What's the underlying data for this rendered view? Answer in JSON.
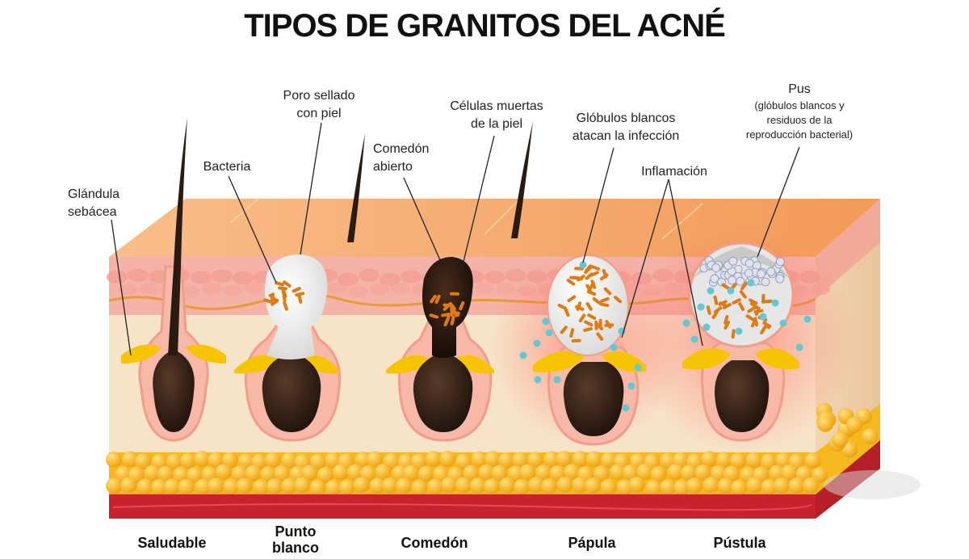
{
  "title": "TIPOS DE GRANITOS DEL ACNÉ",
  "labels": {
    "glandula": "Glándula\nsebácea",
    "bacteria": "Bacteria",
    "poro": "Poro sellado\ncon piel",
    "comedon_abierto": "Comedón\nabierto",
    "celulas": "Células muertas\nde la piel",
    "globulos": "Glóbulos blancos\natacan la infección",
    "inflamacion": "Inflamación",
    "pus_title": "Pus",
    "pus_detail": "(glóbulos blancos y\nresiduos de la\nreproducción bacterial)"
  },
  "stages": {
    "saludable": "Saludable",
    "punto_blanco": "Punto\nblanco",
    "comedon": "Comedón",
    "papula": "Pápula",
    "pustula": "Pústula"
  },
  "colors": {
    "skin_top": "#f7a868",
    "epidermis": "#f4b3a6",
    "dermis": "#f7e3c8",
    "fat": "#f5b81f",
    "muscle": "#c8232c",
    "hair": "#2b1a12",
    "sebum": "#f6c400",
    "bacteria": "#e07a14",
    "white_cell": "#66c7d4",
    "inflammation": "#ff6b6b"
  }
}
